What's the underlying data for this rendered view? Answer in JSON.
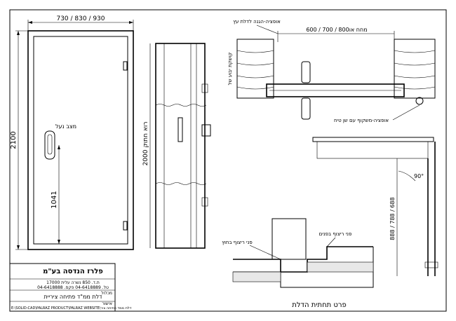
{
  "front_view": {
    "width_dim": "730 / 830 / 930",
    "height_dim": "2100",
    "handle_height_dim": "1041",
    "lock_label": "מצב נעל"
  },
  "side_view": {
    "height_dim": "2000 רוא חתוק"
  },
  "top_section": {
    "opening_dim": "600 / 700 / 800מחח או",
    "gasket_label": "אופציה-הגנה לדלת עץ",
    "wall_label": "קושקת יבוע של",
    "option_label": "אופציה-משקוף עם שן טיח"
  },
  "corner_detail": {
    "angle_label": "90°",
    "height_dim": "888 / 788 / 688"
  },
  "bottom_section": {
    "inner_label": "פני ריצוף בפנים",
    "outer_label": "פני ריצוף בחוץ",
    "caption": "פרט תחתית הדלת"
  },
  "title_block": {
    "company": "פלרז הנדסה בע\"מ",
    "address_line": "ת.ד. 850 נשרה עלית 17000",
    "phone_line": "טל. 04-6418889 פקס. 04-6418888",
    "scale_label": "מכלול",
    "product_name": "דלת ממ\"ד פתיחה ציריית",
    "approved_label": "אישור",
    "file_path": "E:\\SOLID-CAD\\PALRAZ PRODUCT\\PALRAZ WEBSITE\\דלת ממד פתיחה ציר"
  }
}
